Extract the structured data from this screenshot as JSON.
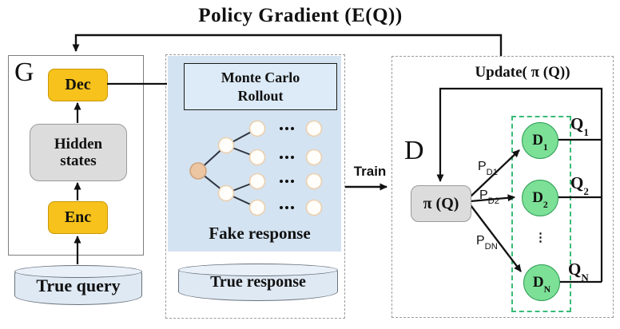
{
  "title": "Policy Gradient (E(Q))",
  "generator": {
    "box_label": "G",
    "dec_label": "Dec",
    "hidden_label": "Hidden states",
    "enc_label": "Enc",
    "true_query_label": "True query"
  },
  "rollout": {
    "monte_carlo_label": "Monte Carlo Rollout",
    "fake_response_label": "Fake response",
    "true_response_label": "True response"
  },
  "train_label": "Train",
  "discriminator": {
    "box_label": "D",
    "update_label": "Update( π (Q))",
    "policy_label": "π (Q)",
    "p_labels": [
      {
        "main": "P",
        "sub": "D1"
      },
      {
        "main": "P",
        "sub": "D2"
      },
      {
        "main": "P",
        "sub": "DN"
      }
    ],
    "d_nodes": [
      {
        "main": "D",
        "sub": "1"
      },
      {
        "main": "D",
        "sub": "2"
      },
      {
        "main": "D",
        "sub": "N"
      }
    ],
    "q_labels": [
      {
        "main": "Q",
        "sub": "1"
      },
      {
        "main": "Q",
        "sub": "2"
      },
      {
        "main": "Q",
        "sub": "N"
      }
    ],
    "ellipsis_vertical": "⋮"
  },
  "colors": {
    "accent_yellow": "#f6c21b",
    "accent_green": "#7ce096",
    "green_dash": "#3bba78",
    "light_blue_panel": "#d4e3f1",
    "cylinder_blue": "#dfe9f4",
    "gray_box": "#dcdcdc",
    "tree_root_orange": "#ecc5a2",
    "line_black": "#111111"
  }
}
